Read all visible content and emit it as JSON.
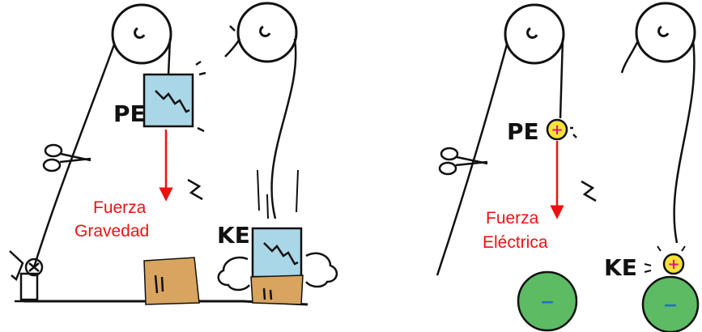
{
  "left_panel": {
    "pe_label": "PE",
    "ke_label": "KE",
    "force_label_line1": "Fuerza",
    "force_label_line2": "Gravedad"
  },
  "right_panel": {
    "pe_label": "PE",
    "ke_label": "KE",
    "force_label_line1": "Fuerza",
    "force_label_line2": "Eléctrica",
    "charge_positive": "+",
    "charge_negative": "−"
  },
  "colors": {
    "arrow": "#ee1111",
    "block_fill": "#a9d7e8",
    "base_fill": "#d9a45f",
    "sphere_fill": "#5dbb63",
    "charge_fill": "#f7e23a",
    "ink": "#111111"
  },
  "icons": [
    "pulley-icon",
    "scissors-icon",
    "winch-crank-icon",
    "impact-cloud-icon",
    "positive-charge-icon",
    "negative-charge-icon"
  ]
}
